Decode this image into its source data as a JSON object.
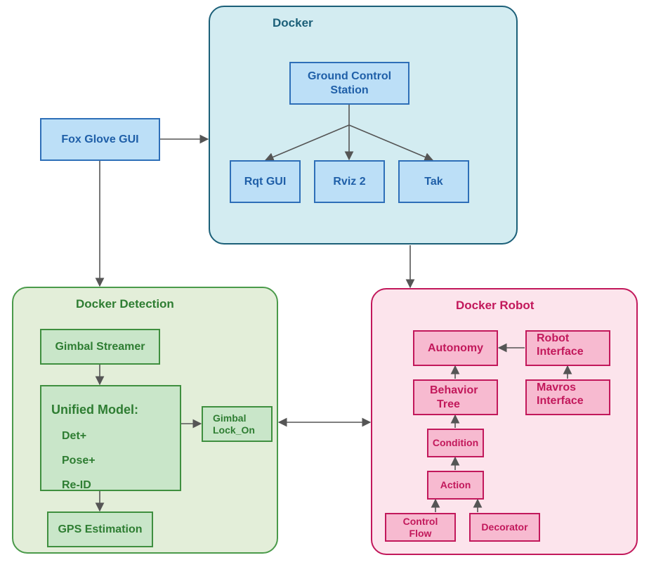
{
  "colors": {
    "docker_fill": "#d3ecf1",
    "docker_border": "#1b5f78",
    "detection_fill": "#e3eed9",
    "detection_border": "#4a9a4a",
    "robot_fill": "#fce4ec",
    "robot_border": "#c2185b",
    "edge": "#555555"
  },
  "groups": {
    "docker": {
      "title": "Docker"
    },
    "detection": {
      "title": "Docker Detection"
    },
    "robot": {
      "title": "Docker Robot"
    }
  },
  "nodes": {
    "foxglove": "Fox Glove GUI",
    "gcs_line1": "Ground Control",
    "gcs_line2": "Station",
    "rqt": "Rqt GUI",
    "rviz": "Rviz 2",
    "tak": "Tak",
    "gimbal_streamer": "Gimbal Streamer",
    "gimbal_lock_line1": "Gimbal",
    "gimbal_lock_line2": "Lock_On",
    "gps": "GPS Estimation",
    "autonomy": "Autonomy",
    "robot_iface_line1": "Robot",
    "robot_iface_line2": "Interface",
    "behavior_line1": "Behavior",
    "behavior_line2": "Tree",
    "mavros_line1": "Mavros",
    "mavros_line2": "Interface",
    "condition": "Condition",
    "action": "Action",
    "control_flow": "Control Flow",
    "decorator": "Decorator"
  },
  "unified_model": {
    "title": "Unified Model:",
    "items": [
      "Det+",
      "Pose+",
      "Re-ID"
    ]
  }
}
